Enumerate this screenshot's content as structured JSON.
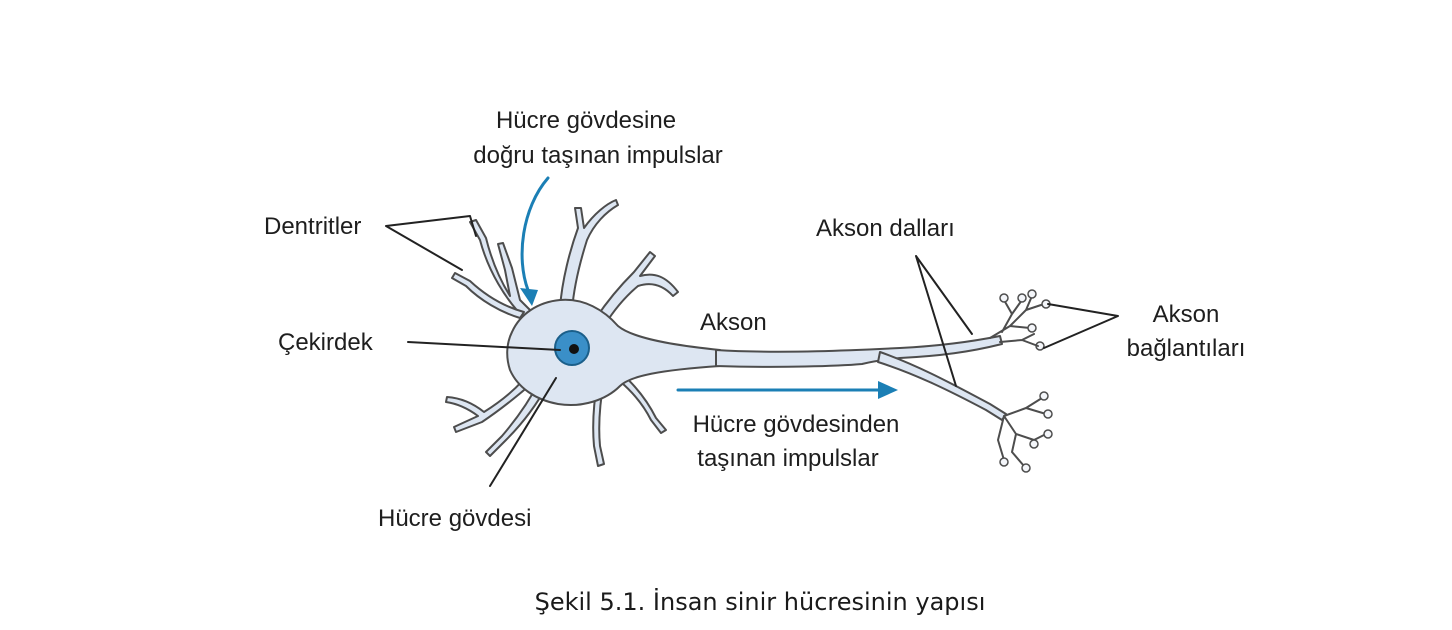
{
  "diagram": {
    "labels": {
      "dendrites": "Dentritler",
      "inward_impulse_line1": "Hücre gövdesine",
      "inward_impulse_line2": "doğru taşınan impulslar",
      "nucleus": "Çekirdek",
      "cell_body": "Hücre gövdesi",
      "axon": "Akson",
      "axon_branches": "Akson dalları",
      "axon_terminals_line1": "Akson",
      "axon_terminals_line2": "bağlantıları",
      "outward_impulse_line1": "Hücre gövdesinden",
      "outward_impulse_line2": "taşınan impulslar"
    },
    "colors": {
      "cell_fill": "#dde6f2",
      "outline": "#4d4d4d",
      "impulse_arrow": "#1b7fb5",
      "nucleus_fill": "#1b7fb5"
    },
    "caption": "Şekil 5.1. İnsan sinir hücresinin yapısı"
  }
}
